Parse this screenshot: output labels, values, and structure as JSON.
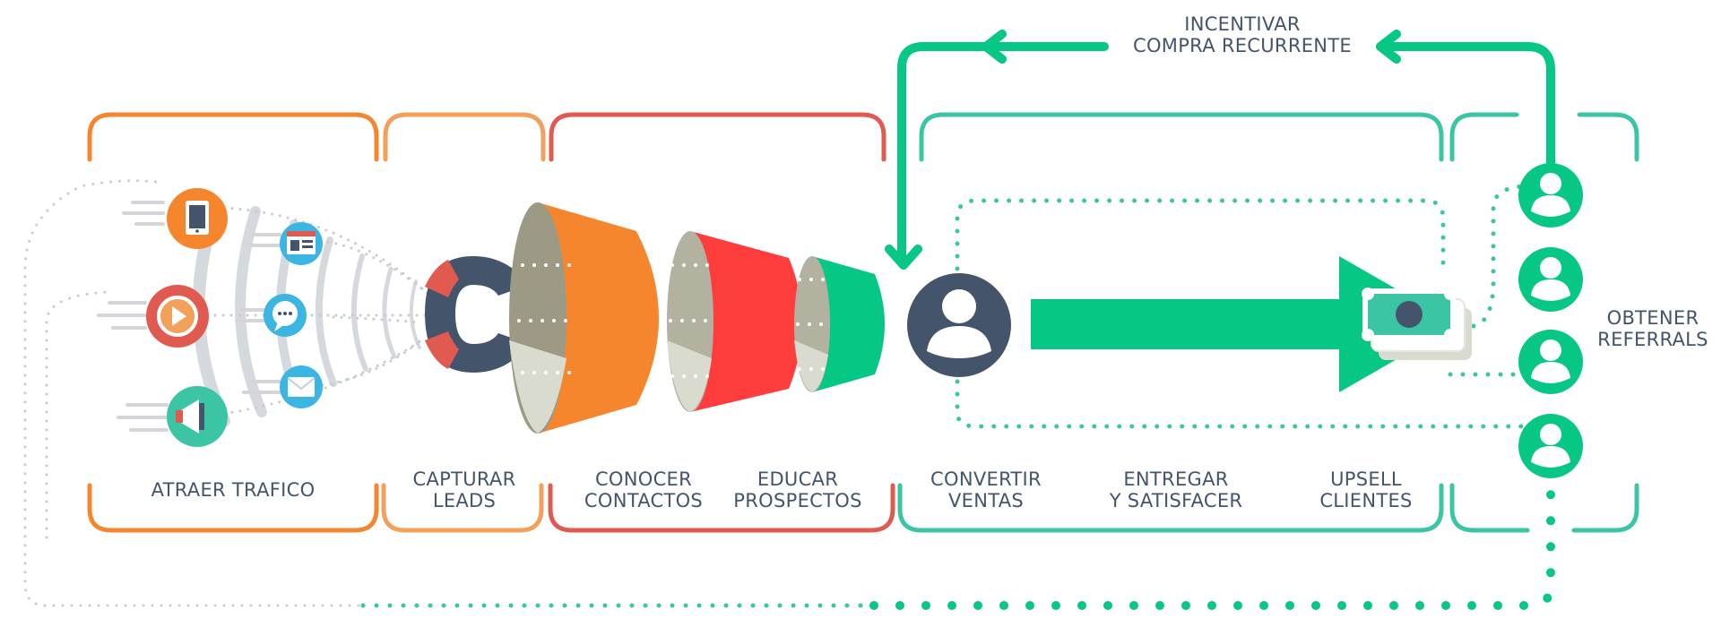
{
  "stages": {
    "atraer": {
      "line1": "ATRAER TRAFICO"
    },
    "capturar": {
      "line1": "CAPTURAR",
      "line2": "LEADS"
    },
    "conocer": {
      "line1": "CONOCER",
      "line2": "CONTACTOS"
    },
    "educar": {
      "line1": "EDUCAR",
      "line2": "PROSPECTOS"
    },
    "convertir": {
      "line1": "CONVERTIR",
      "line2": "VENTAS"
    },
    "entregar": {
      "line1": "ENTREGAR",
      "line2": "Y SATISFACER"
    },
    "upsell": {
      "line1": "UPSELL",
      "line2": "CLIENTES"
    },
    "referrals": {
      "line1": "OBTENER",
      "line2": "REFERRALS"
    }
  },
  "loop": {
    "line1": "INCENTIVAR",
    "line2": "COMPRA RECURRENTE"
  },
  "colors": {
    "orange": "#f5862e",
    "light_orange": "#f2a05a",
    "red": "#e05a50",
    "teal": "#3cc5a5",
    "green": "#06c784",
    "navy": "#44556b",
    "gray": "#d3d5d9"
  }
}
